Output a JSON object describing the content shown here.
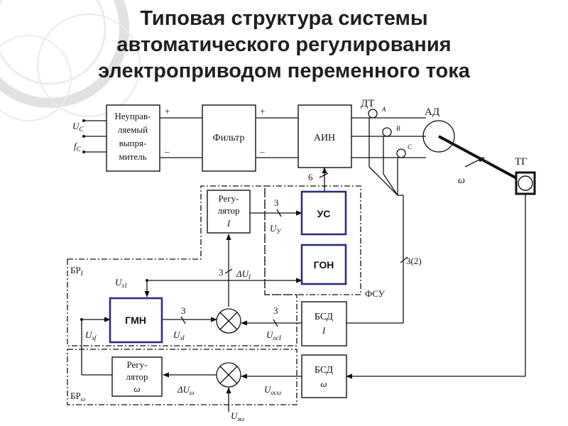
{
  "title": {
    "line1": "Типовая структура системы",
    "line2": "автоматического регулирования",
    "line3": "электроприводом переменного тока"
  },
  "blocks": {
    "rectifier": [
      "Неуправ-",
      "ляемый",
      "выпря-",
      "митель"
    ],
    "filter": "Фильтр",
    "inverter": "АИН",
    "amplifier": "УС",
    "pulse_gen": "ГОН",
    "gmn": "ГМН",
    "current_regulator": [
      "Регу-",
      "лятор",
      "I"
    ],
    "speed_regulator": [
      "Регу-",
      "лятор",
      "ω"
    ],
    "current_sensor_block": [
      "БСД",
      "I"
    ],
    "speed_sensor_block": [
      "БСД",
      "ω"
    ]
  },
  "labels": {
    "uc": "U",
    "uc_sub": "C",
    "fc": "f",
    "fc_sub": "C",
    "plus": "+",
    "minus": "–",
    "sensor_dt": "ДТ",
    "motor": "АД",
    "tacho": "ТГ",
    "omega": "ω",
    "phase_a": "A",
    "phase_b": "B",
    "phase_c": "C",
    "six": "6",
    "three": "3",
    "three_two": "3(2)",
    "fsu": "ФСУ",
    "br_i": "БР",
    "br_i_sub": "I",
    "br_w": "БР",
    "br_w_sub": "ω",
    "uy": "U",
    "uy_sub": "У",
    "uz1": "U",
    "uz1_sub": "з1",
    "du_i": "ΔU",
    "du_i_sub": "I",
    "uzf": "U",
    "uzf_sub": "зf",
    "uzi": "U",
    "uzi_sub": "зI",
    "uosi": "U",
    "uosi_sub": "осI",
    "du_w": "ΔU",
    "du_w_sub": "ω",
    "uosw": "U",
    "uosw_sub": "осω",
    "uzw": "U",
    "uzw_sub": "зω"
  },
  "colors": {
    "line": "#111111",
    "highlight_border": "#2b2f7a",
    "title": "#1f1f1f",
    "decor": "#dcdcdc"
  }
}
